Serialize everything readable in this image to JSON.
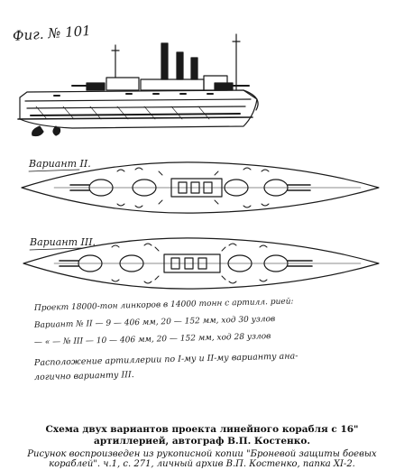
{
  "drawing": {
    "figure_number": "Фиг. № 101",
    "variant_2_label": "Вариант II.",
    "variant_3_label": "Вариант III.",
    "notes": [
      "Проект 18000-тон линкоров в 14000 тонн с артилл. рией:",
      "Вариант № II — 9 — 406 мм, 20 — 152 мм, ход 30 узлов",
      "— « — № III — 10 — 406 мм, 20 — 152 мм, ход 28 узлов",
      "Расположение артиллерии по I-му и II-му варианту ана-",
      "логично варианту III."
    ]
  },
  "caption": {
    "line1": "Схема двух вариантов проекта линейного корабля с 16\"",
    "line2": "артиллерией, автограф В.П. Костенко.",
    "line3": "Рисунок воспроизведен из рукописной копии \"Броневой защиты боевых",
    "line4": "кораблей\". ч.1, с. 271, личный архив В.П. Костенко, папка XI-2."
  }
}
